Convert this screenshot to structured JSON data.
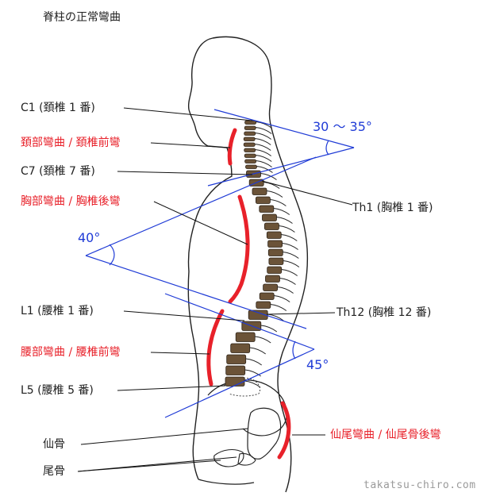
{
  "title": "脊柱の正常彎曲",
  "labels": {
    "c1": "C1 (頚椎 1 番)",
    "cervical_curve": "頚部彎曲 / 頚椎前彎",
    "c7": "C7 (頚椎 7 番)",
    "thoracic_curve": "胸部彎曲 / 胸椎後彎",
    "th1": "Th1 (胸椎 1 番)",
    "th12": "Th12 (胸椎 12 番)",
    "l1": "L1 (腰椎 1 番)",
    "lumbar_curve": "腰部彎曲 / 腰椎前彎",
    "l5": "L5 (腰椎 5 番)",
    "sacrum": "仙骨",
    "sacral_curve": "仙尾彎曲 / 仙尾骨後彎",
    "coccyx": "尾骨"
  },
  "angles": {
    "cervical": "30 〜 35°",
    "thoracic": "40°",
    "lumbar": "45°"
  },
  "watermark": "takatsu-chiro.com",
  "colors": {
    "curve": "#e8212a",
    "angle": "#1f3bd6",
    "vertebra": "#6b5338",
    "outline": "#222222"
  }
}
